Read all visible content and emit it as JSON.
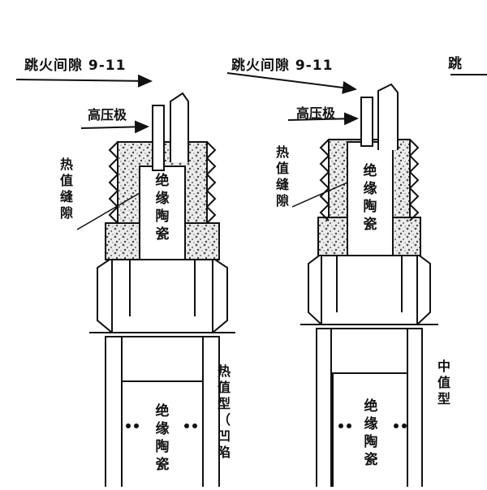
{
  "labels": {
    "spark_gap_1": "跳火间隙 9-11",
    "spark_gap_2": "跳火间隙 9-11",
    "spark_gap_3": "跳",
    "hv_pole_1": "高压极",
    "hv_pole_2": "高压极",
    "heat_gap_1": [
      "热",
      "值",
      "缝",
      "隙"
    ],
    "heat_gap_2": [
      "热",
      "值",
      "缝",
      "隙"
    ],
    "insulator_top_1": [
      "绝",
      "缘",
      "陶",
      "瓷"
    ],
    "insulator_top_2": [
      "绝",
      "缘",
      "陶",
      "瓷"
    ],
    "insulator_bottom_1": [
      "绝",
      "缘",
      "陶",
      "瓷"
    ],
    "insulator_bottom_2": [
      "绝",
      "缘",
      "陶",
      "瓷"
    ],
    "hot_type": [
      "热",
      "值",
      "型",
      "（",
      "凹",
      "陷"
    ],
    "medium_type": [
      "中",
      "值",
      "型"
    ]
  },
  "colors": {
    "ink": "#111111",
    "background": "#ffffff",
    "speckle": "#c9c9c9"
  }
}
